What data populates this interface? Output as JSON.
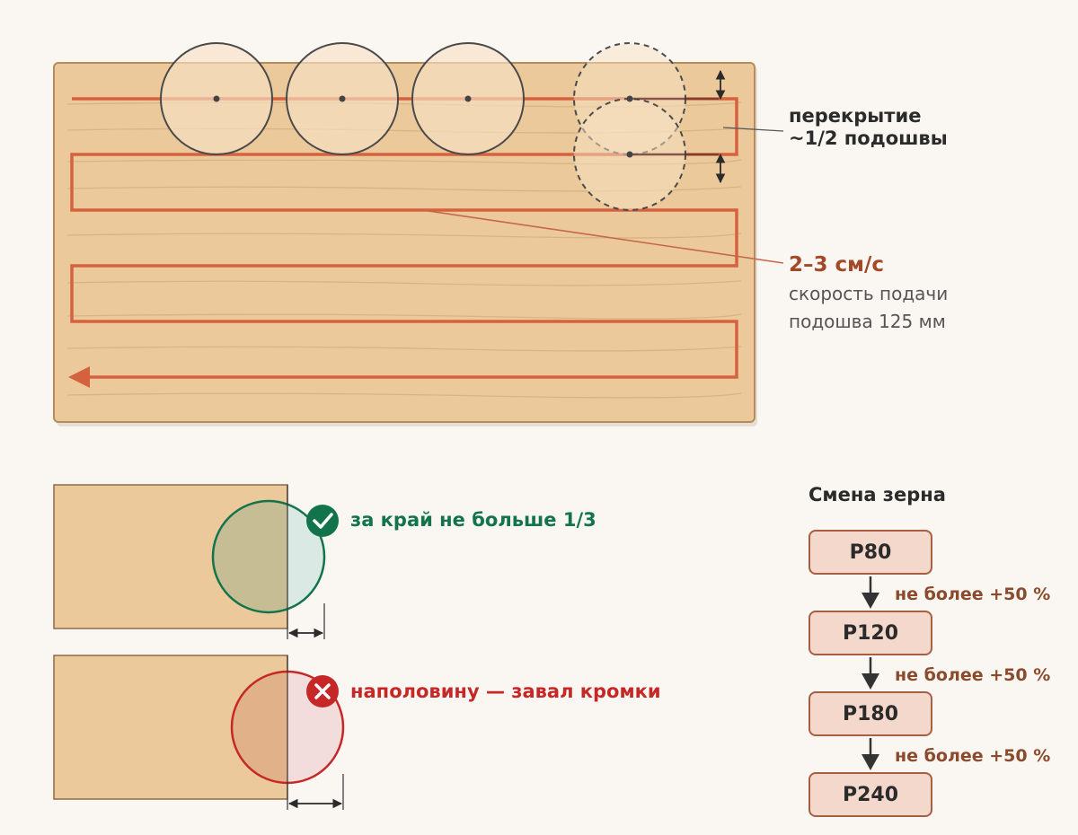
{
  "overlap_label": {
    "line1": "перекрытие",
    "line2": "~1/2 подошвы"
  },
  "speed": {
    "value": "2–3 см/с",
    "caption": "скорость подачи",
    "pad": "подошва 125 мм"
  },
  "edge_rules": {
    "ok": "за край не больше 1/3",
    "bad": "наполовину — завал кромки"
  },
  "grit_change": {
    "title": "Смена зерна",
    "steps": [
      "P80",
      "P120",
      "P180",
      "P240"
    ],
    "step_note": "не более +50 %"
  },
  "colors": {
    "board": "#ebc99b",
    "path": "#d4623f",
    "ok": "#13744c",
    "bad": "#c62828",
    "grit_box": "#f3d8cb"
  }
}
